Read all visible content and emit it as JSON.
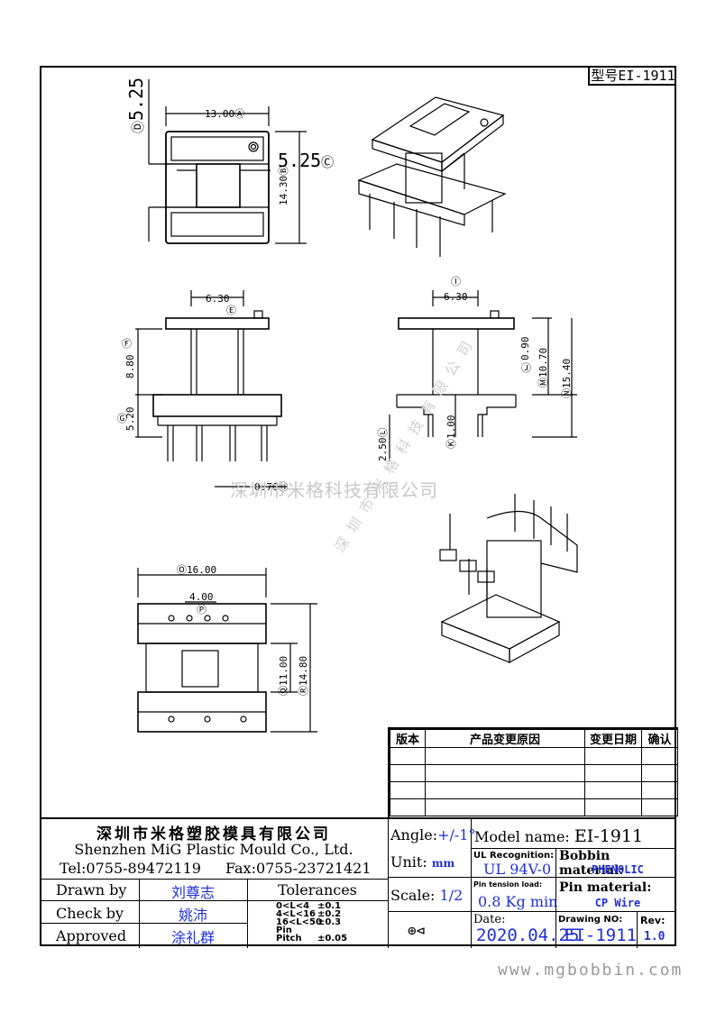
{
  "model_tag": {
    "prefix": "型号",
    "model": "EI-1911"
  },
  "watermark": {
    "company": "深圳市米格科技有限公司",
    "diagonal": "深 圳 市 米 格 科 技 有 限 公 司"
  },
  "dimensions": {
    "top_view": {
      "width": "13.00",
      "width_id": "Ⓐ",
      "height": "14.30",
      "height_id": "Ⓑ",
      "window": "5.25",
      "window_id": "Ⓒ",
      "window_v": "5.25",
      "window_v_id": "Ⓓ"
    },
    "front_view": {
      "e": "6.30",
      "e_id": "Ⓔ",
      "f": "8.80",
      "f_id": "Ⓕ",
      "g": "5.20",
      "g_id": "Ⓖ",
      "h": "0.70",
      "h_id": "Ⓗ"
    },
    "side_view": {
      "i": "6.30",
      "i_id": "Ⓘ",
      "j": "0.90",
      "j_id": "Ⓙ",
      "m": "10.70",
      "m_id": "Ⓜ",
      "n": "15.40",
      "n_id": "Ⓝ",
      "k": "1.00",
      "k_id": "Ⓚ",
      "l": "2.50",
      "l_id": "Ⓛ"
    },
    "bottom_view": {
      "o": "16.00",
      "o_id": "Ⓞ",
      "p": "4.00",
      "p_id": "Ⓟ",
      "q": "11.00",
      "q_id": "Ⓠ",
      "r": "14.80",
      "r_id": "Ⓡ"
    }
  },
  "revision_table": {
    "headers": [
      "版本",
      "产品变更原因",
      "变更日期",
      "确认"
    ],
    "rows": [
      [
        "",
        "",
        "",
        ""
      ],
      [
        "",
        "",
        "",
        ""
      ],
      [
        "",
        "",
        "",
        ""
      ],
      [
        "",
        "",
        "",
        ""
      ]
    ]
  },
  "title_block": {
    "company_cn": "深圳市米格塑胶模具有限公司",
    "company_en": "Shenzhen MiG Plastic Mould Co., Ltd.",
    "tel": "Tel:0755-89472119",
    "fax": "Fax:0755-23721421",
    "drawn_label": "Drawn by",
    "drawn_value": "刘尊志",
    "check_label": "Check by",
    "check_value": "姚沛",
    "approved_label": "Approved",
    "approved_value": "涂礼群",
    "tolerances_label": "Tolerances",
    "tolerances": [
      {
        "range": "0<L<4",
        "tol": "±0.1"
      },
      {
        "range": "4<L<16",
        "tol": "±0.2"
      },
      {
        "range": "16<L<50",
        "tol": "±0.3"
      },
      {
        "range": "Pin Pitch",
        "tol": "±0.05"
      }
    ],
    "angle_label": "Angle:",
    "angle_value": "+/-1°",
    "unit_label": "Unit:",
    "unit_value": "mm",
    "scale_label": "Scale:",
    "scale_value": "1/2",
    "model_label": "Model name:",
    "model_value": "EI-1911",
    "ul_label": "UL Recognition:",
    "ul_value": "UL 94V-0",
    "bobbin_label": "Bobbin material:",
    "bobbin_value": "PHENOLIC",
    "pin_tension_label": "Pin tension load:",
    "pin_tension_value": "0.8 Kg min",
    "pin_material_label": "Pin material:",
    "pin_material_value": "CP Wire",
    "date_label": "Date:",
    "date_value": "2020.04.25",
    "drawing_label": "Drawing NO:",
    "drawing_value": "EI-1911",
    "rev_label": "Rev:",
    "rev_value": "1.0"
  },
  "footer_url": "www.mgbobbin.com"
}
